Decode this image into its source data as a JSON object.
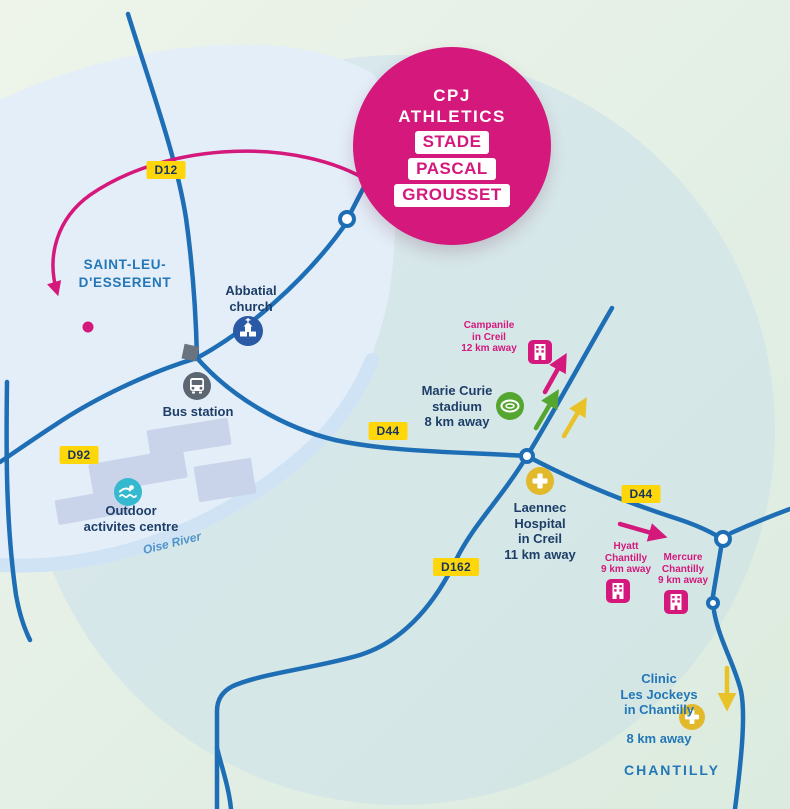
{
  "bubble": {
    "line1": "CPJ",
    "line2": "ATHLETICS",
    "chips": [
      "STADE",
      "PASCAL",
      "GROUSSET"
    ]
  },
  "roads": {
    "d12": "D12",
    "d92": "D92",
    "d44_west": "D44",
    "d44_east": "D44",
    "d162": "D162"
  },
  "towns": {
    "saint_leu": [
      "SAINT-LEU-",
      "D'ESSERENT"
    ],
    "chantilly": "CHANTILLY"
  },
  "river": {
    "label": "Oise River"
  },
  "pois": {
    "abbatial_church": {
      "lines": [
        "Abbatial",
        "church"
      ],
      "icon": "church-icon"
    },
    "bus_station": {
      "lines": [
        "Bus station"
      ],
      "icon": "bus-icon"
    },
    "outdoor_centre": {
      "lines": [
        "Outdoor",
        "activites centre"
      ],
      "icon": "swimmer-icon"
    },
    "campanile": {
      "lines": [
        "Campanile",
        "in Creil",
        "12 km away"
      ],
      "icon": "hotel-building-icon"
    },
    "marie_curie": {
      "lines": [
        "Marie Curie",
        "stadium",
        "8 km away"
      ],
      "icon": "stadium-icon"
    },
    "laennec": {
      "lines": [
        "Laennec",
        "Hospital",
        "in Creil",
        "11 km away"
      ],
      "icon": "hospital-cross-icon"
    },
    "hyatt": {
      "lines": [
        "Hyatt",
        "Chantilly",
        "9 km away"
      ],
      "icon": "hotel-building-icon"
    },
    "mercure": {
      "lines": [
        "Mercure",
        "Chantilly",
        "9 km away"
      ],
      "icon": "hotel-building-icon"
    },
    "clinic": {
      "lines": [
        "Clinic",
        "Les Jockeys",
        "in Chantilly"
      ],
      "distance": "8 km away",
      "icon": "hospital-cross-icon"
    }
  },
  "colors": {
    "magenta": "#d4187c",
    "road_blue": "#1e6eb5",
    "badge_yellow": "#ffd60a",
    "navy_text": "#1d3e68",
    "town_blue_text": "#2277b8",
    "green": "#55a630",
    "gold": "#e3b92c",
    "teal_icon": "#35b9cf",
    "bus_gray": "#5b6672"
  }
}
